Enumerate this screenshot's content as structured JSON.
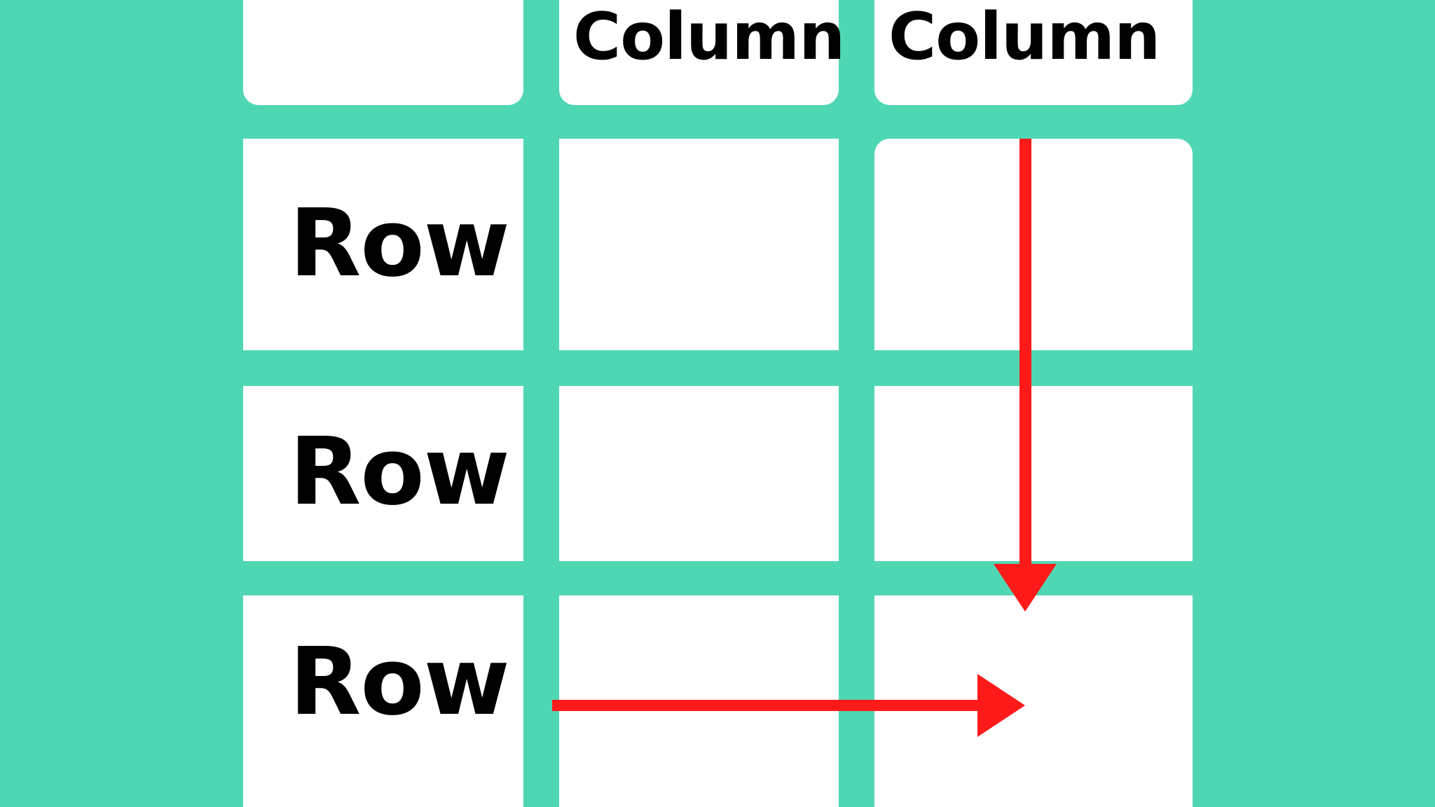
{
  "background": {
    "color": "#4FD7B4"
  },
  "accent": {
    "arrow_color": "#FF1A1A",
    "cell_color": "#FFFFFF",
    "text_color": "#000000"
  },
  "table": {
    "header": {
      "corner_label": "",
      "columns": [
        {
          "label": "Column"
        },
        {
          "label": "Column"
        }
      ]
    },
    "rows": [
      {
        "label": "Row",
        "cells": [
          {
            "value": ""
          },
          {
            "value": ""
          }
        ]
      },
      {
        "label": "Row",
        "cells": [
          {
            "value": ""
          },
          {
            "value": ""
          }
        ]
      },
      {
        "label": "Row",
        "cells": [
          {
            "value": ""
          },
          {
            "value": ""
          }
        ]
      }
    ]
  },
  "annotations": {
    "vertical_arrow": {
      "name": "down-arrow",
      "direction": "down",
      "color": "#FF1A1A",
      "from": "Column 2 header cell",
      "to": "Row 3 / Column 2 cell"
    },
    "horizontal_arrow": {
      "name": "right-arrow",
      "direction": "right",
      "color": "#FF1A1A",
      "from": "Row 3 label cell",
      "to": "Row 3 / Column 2 cell"
    }
  }
}
